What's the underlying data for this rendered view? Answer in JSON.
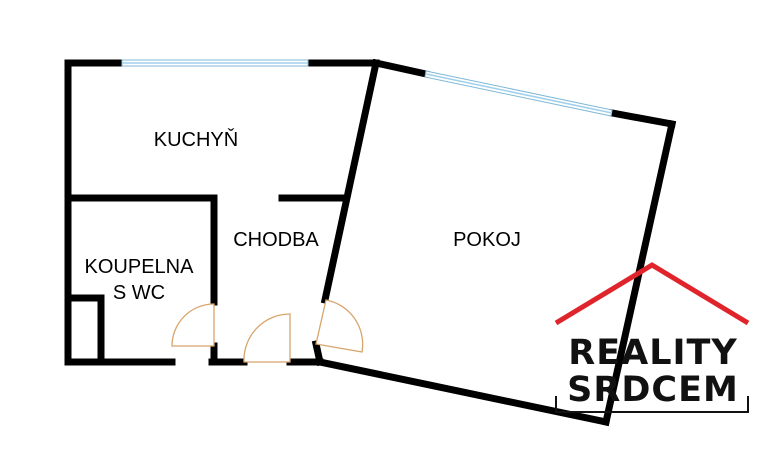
{
  "rooms": {
    "kitchen": "KUCHYŇ",
    "hallway": "CHODBA",
    "bathroom_line1": "KOUPELNA",
    "bathroom_line2": "S WC",
    "room": "POKOJ"
  },
  "logo": {
    "line1": "REALITY",
    "line2": "SRDCEM"
  },
  "colors": {
    "wall": "#000000",
    "window": "#9fd0ea",
    "door": "#d7a56b",
    "logo_roof": "#e0242b",
    "logo_text": "#111111"
  }
}
